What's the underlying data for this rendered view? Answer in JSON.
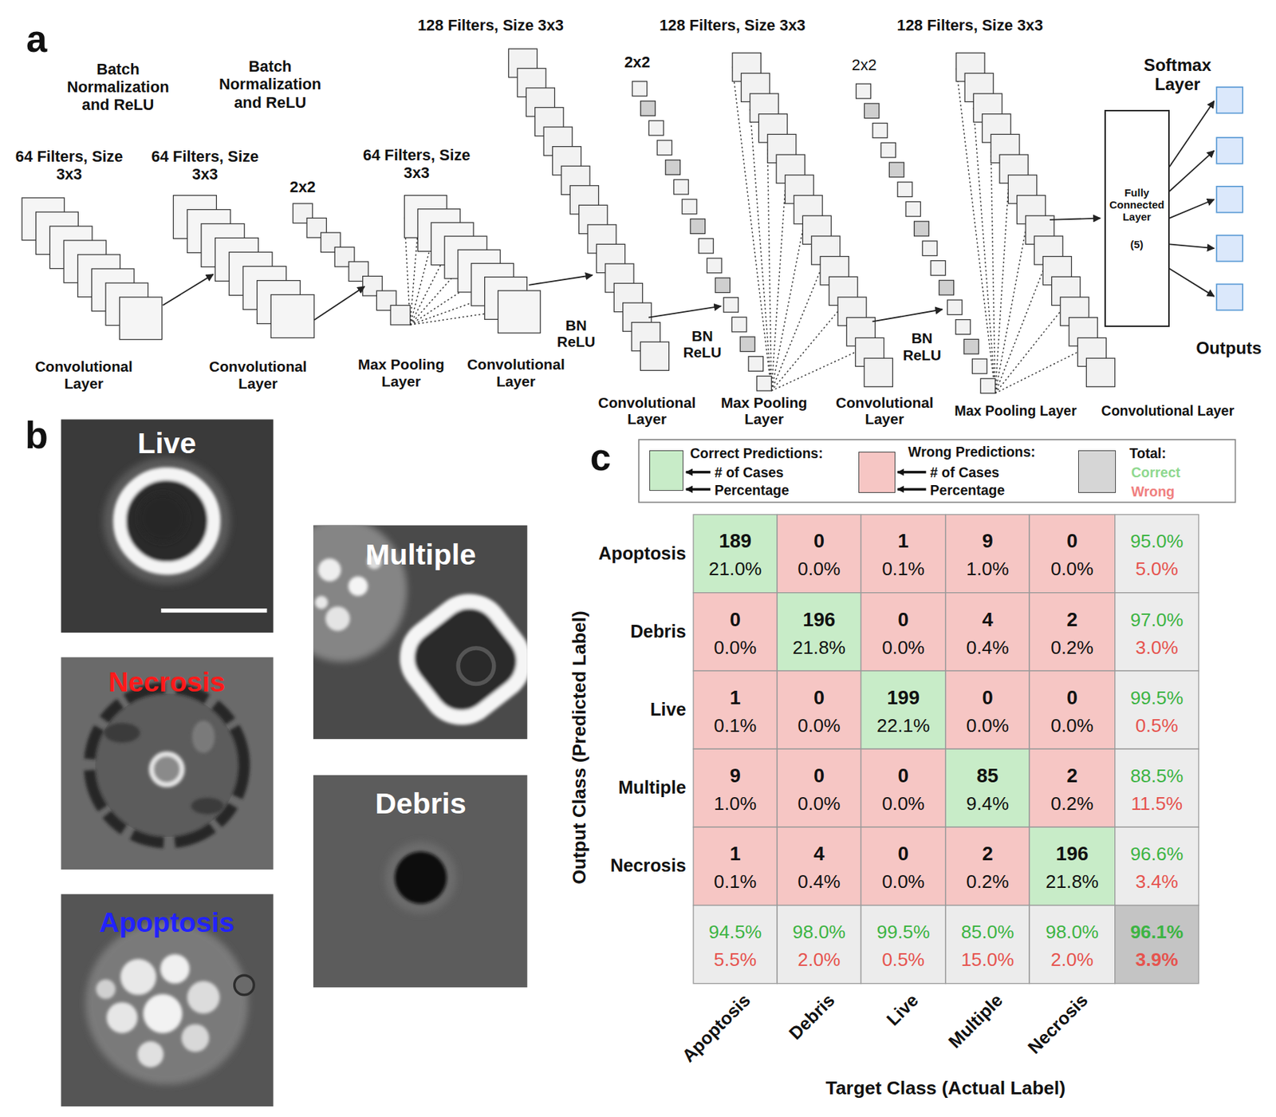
{
  "diagram": {
    "nodes": [
      {
        "text": [
          "Fully Connected Layer",
          "(5)"
        ]
      }
    ],
    "labels": [
      "a",
      "Batch Normalization and ReLU",
      "Batch Normalization and ReLU",
      "64 Filters, Size 3x3",
      "64 Filters, Size 3x3",
      "2x2",
      "64 Filters, Size 3x3",
      "128 Filters, Size 3x3",
      "2x2",
      "128 Filters, Size 3x3",
      "2x2",
      "128 Filters, Size 3x3",
      "Softmax Layer",
      "Outputs",
      "Convolutional Layer",
      "Convolutional Layer",
      "Max Pooling Layer",
      "Convolutional Layer",
      "BN ReLU",
      "Convolutional Layer",
      "BN ReLU",
      "Max Pooling Layer",
      "Convolutional Layer",
      "BN ReLU",
      "Max Pooling Layer",
      "Convolutional Layer",
      "b",
      "Live",
      "Necrosis",
      "Apoptosis",
      "Multiple",
      "Debris",
      "c",
      "# of Cases",
      "Percentage",
      "# of Cases",
      "Percentage",
      "Correct",
      "Wrong",
      "189",
      "21.0%",
      "0",
      "0.0%",
      "1",
      "0.1%",
      "9",
      "1.0%",
      "0",
      "0.0%",
      "95.0%",
      "5.0%",
      "0",
      "0.0%",
      "196",
      "21.8%",
      "0",
      "0.0%",
      "4",
      "0.4%",
      "2",
      "0.2%",
      "97.0%",
      "3.0%",
      "1",
      "0.1%",
      "0",
      "0.0%",
      "199",
      "22.1%",
      "0",
      "0.0%",
      "0",
      "0.0%",
      "99.5%",
      "0.5%",
      "9",
      "1.0%",
      "0",
      "0.0%",
      "0",
      "0.0%",
      "85",
      "9.4%",
      "2",
      "0.2%",
      "88.5%",
      "11.5%",
      "1",
      "0.1%",
      "4",
      "0.4%",
      "0",
      "0.0%",
      "2",
      "0.2%",
      "196",
      "21.8%",
      "96.6%",
      "3.4%",
      "94.5%",
      "5.5%",
      "98.0%",
      "2.0%",
      "99.5%",
      "0.5%",
      "85.0%",
      "15.0%",
      "98.0%",
      "2.0%",
      "96.1%",
      "3.9%",
      "Apoptosis",
      "Debris",
      "Live",
      "Multiple",
      "Necrosis",
      "Apoptosis",
      "Debris",
      "Live",
      "Multiple",
      "Necrosis",
      "Output Class (Predicted Label)",
      "Target Class (Actual Label)"
    ],
    "legend": [
      {
        "text": "Correct Predictions:",
        "color": "#c8ecc8"
      },
      {
        "text": "Wrong Predictions:",
        "color": "#f6c6c4"
      },
      {
        "text": "Total:",
        "color": "#d6d6d6"
      }
    ]
  }
}
